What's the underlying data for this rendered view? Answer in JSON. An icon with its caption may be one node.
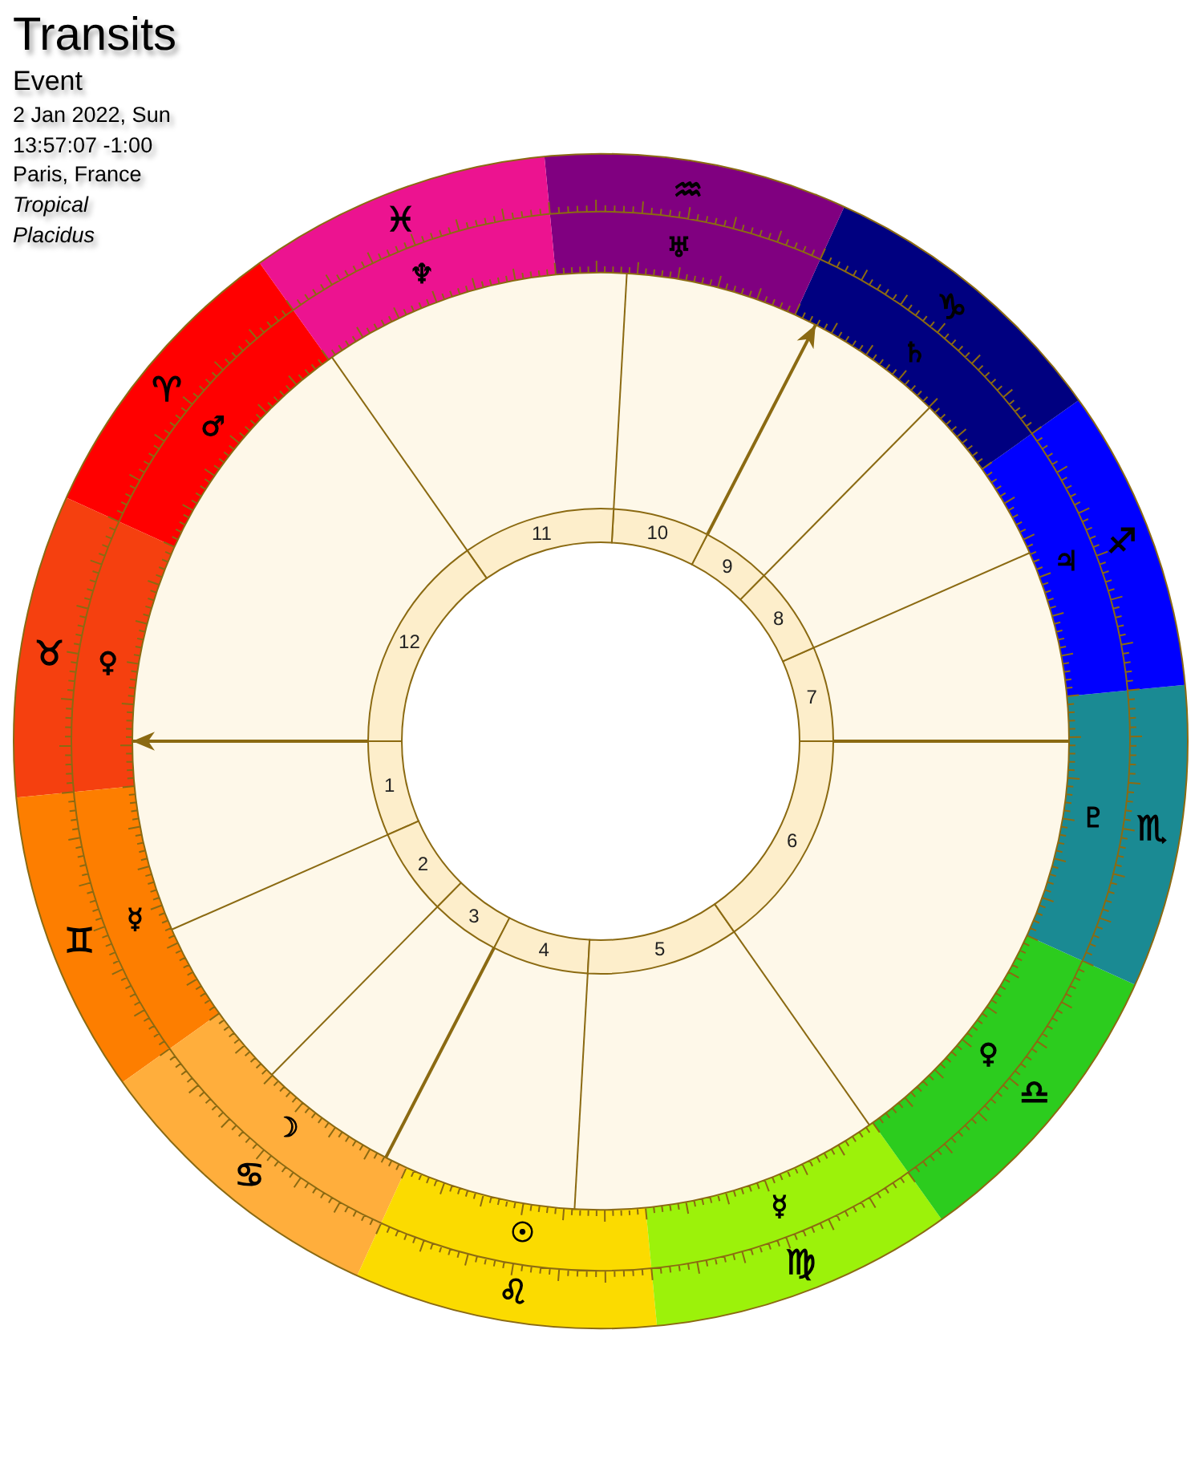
{
  "diagram": {
    "title": "Transits",
    "nodes": [
      {
        "text": [
          "♈",
          "♂"
        ]
      },
      {
        "text": [
          "♉",
          "♀"
        ]
      },
      {
        "text": [
          "♊",
          "☿"
        ]
      },
      {
        "text": [
          "☽",
          "♋"
        ]
      },
      {
        "text": [
          "☉",
          "♌"
        ]
      },
      {
        "text": [
          "☿",
          "♍"
        ]
      },
      {
        "text": [
          "♀",
          "♎"
        ]
      },
      {
        "text": [
          "♇",
          "♏"
        ]
      },
      {
        "text": [
          "♃",
          "♐"
        ]
      },
      {
        "text": [
          "♑",
          "♄"
        ]
      },
      {
        "text": [
          "♒",
          "♅"
        ]
      },
      {
        "text": [
          "♓",
          "♆"
        ]
      },
      {
        "text": [
          "1"
        ]
      },
      {
        "text": [
          "2"
        ]
      },
      {
        "text": [
          "3"
        ]
      },
      {
        "text": [
          "4"
        ]
      },
      {
        "text": [
          "5"
        ]
      },
      {
        "text": [
          "6"
        ]
      },
      {
        "text": [
          "7"
        ]
      },
      {
        "text": [
          "8"
        ]
      },
      {
        "text": [
          "9"
        ]
      },
      {
        "text": [
          "10"
        ]
      },
      {
        "text": [
          "11"
        ]
      },
      {
        "text": [
          "12"
        ]
      }
    ],
    "edges": [
      {
        "from": 12,
        "to": 1,
        "arrow": "to"
      },
      {
        "from": 20,
        "to": 9,
        "arrow": "to"
      }
    ],
    "labels": [
      "Event",
      "2 Jan 2022, Sun",
      "13:57:07 -1:00",
      "Paris, France",
      "Tropical",
      "Placidus"
    ]
  }
}
